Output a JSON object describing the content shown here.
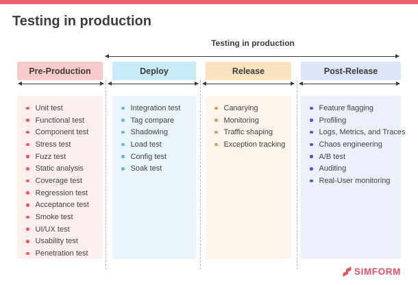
{
  "page": {
    "title": "Testing in production",
    "accent_color": "#f0606c",
    "background": "#ffffff"
  },
  "scope": {
    "label": "Testing in production"
  },
  "columns": [
    {
      "label": "Pre-Production",
      "header_bg": "#f9caca",
      "panel_bg": "#fdefee",
      "bullet_color": "#f2545f",
      "items": [
        "Unit test",
        "Functional test",
        "Component test",
        "Stress test",
        "Fuzz test",
        "Static analysis",
        "Coverage test",
        "Regression test",
        "Acceptance test",
        "Smoke test",
        "UI/UX test",
        "Usability test",
        "Penetration test"
      ]
    },
    {
      "label": "Deploy",
      "header_bg": "#c9ebf7",
      "panel_bg": "#e9f5fb",
      "bullet_color": "#67b7dc",
      "items": [
        "Integration test",
        "Tag compare",
        "Shadowing",
        "Load test",
        "Config test",
        "Soak test"
      ]
    },
    {
      "label": "Release",
      "header_bg": "#fbe2c0",
      "panel_bg": "#fdf5ec",
      "bullet_color": "#e09b52",
      "items": [
        "Canarying",
        "Monitoring",
        "Traffic shaping",
        "Exception tracking"
      ]
    },
    {
      "label": "Post-Release",
      "header_bg": "#dce4f7",
      "panel_bg": "#ecf0fa",
      "bullet_color": "#4758ce",
      "items": [
        "Feature flagging",
        "Profiling",
        "Logs, Metrics, and Traces",
        "Chaos engineering",
        "A/B test",
        "Auditing",
        "Real-User monitoring"
      ]
    }
  ],
  "logo": {
    "text": "SIMFORM",
    "color": "#ee4d5f"
  }
}
